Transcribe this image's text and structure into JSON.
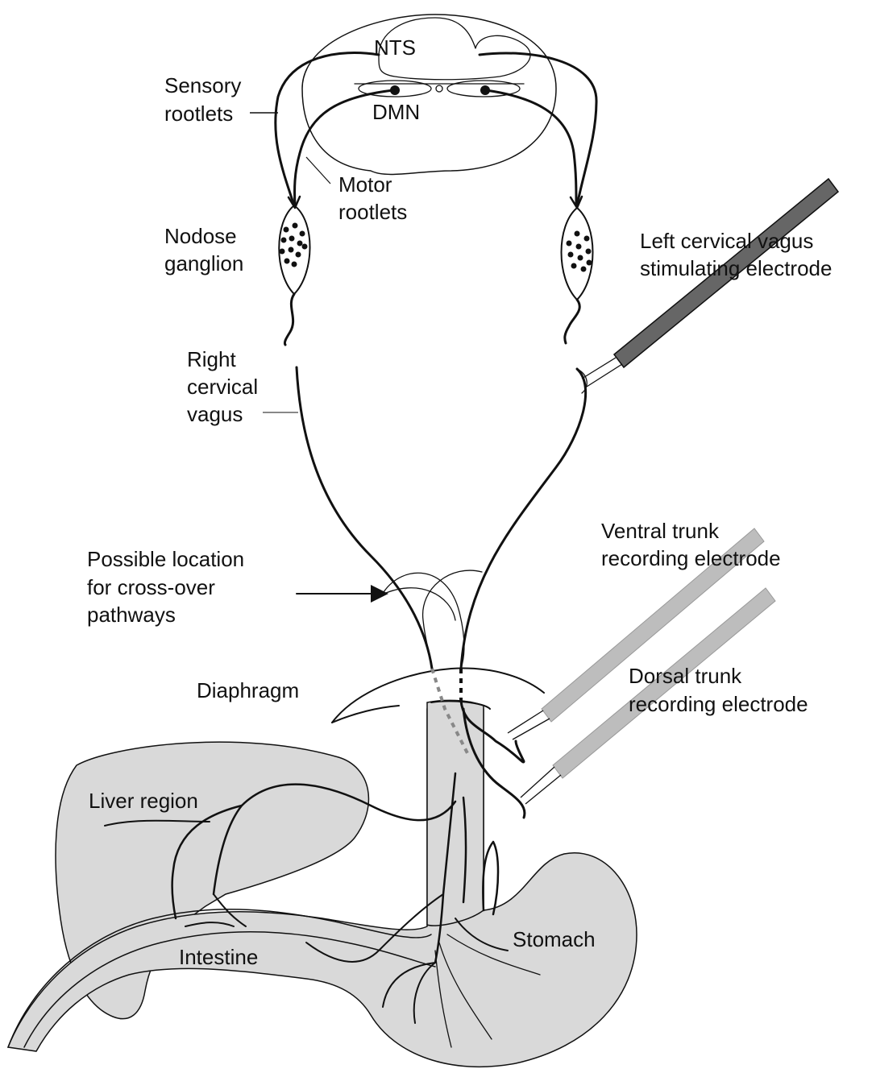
{
  "colors": {
    "ink": "#111111",
    "organ_fill": "#d9d9d9",
    "recording_electrode": "#bdbdbd",
    "stimulating_electrode": "#666666",
    "background": "#ffffff"
  },
  "labels": {
    "nts": "NTS",
    "dmn": "DMN",
    "sensory_rootlets": [
      "Sensory",
      "rootlets"
    ],
    "motor_rootlets": [
      "Motor",
      "rootlets"
    ],
    "nodose_ganglion": [
      "Nodose",
      "ganglion"
    ],
    "left_electrode": [
      "Left cervical vagus",
      "stimulating electrode"
    ],
    "right_cervical_vagus": [
      "Right",
      "cervical",
      "vagus"
    ],
    "cross_over": [
      "Possible location",
      "for cross-over",
      "pathways"
    ],
    "ventral_trunk": [
      "Ventral trunk",
      "recording electrode"
    ],
    "dorsal_trunk": [
      "Dorsal trunk",
      "recording electrode"
    ],
    "diaphragm": "Diaphragm",
    "liver": "Liver region",
    "intestine": "Intestine",
    "stomach": "Stomach"
  }
}
